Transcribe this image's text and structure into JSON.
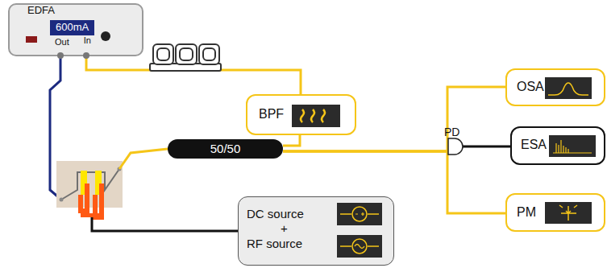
{
  "diagram": {
    "nodes": [
      {
        "text": [
          "EDFA",
          "600mA",
          "Out",
          "In"
        ]
      },
      {
        "text": [
          "BPF"
        ]
      },
      {
        "text": [
          "50/50"
        ]
      },
      {
        "text": [
          "DC source",
          "+",
          "RF source"
        ]
      },
      {
        "text": [
          "OSA"
        ]
      },
      {
        "text": [
          "ESA"
        ]
      },
      {
        "text": [
          "PM"
        ]
      }
    ],
    "edges": [
      {
        "from": 2,
        "to": 1,
        "arrow": "none"
      },
      {
        "from": 1,
        "to": 0,
        "arrow": "none"
      },
      {
        "from": 2,
        "to": 4,
        "arrow": "none"
      },
      {
        "from": 2,
        "to": 5,
        "arrow": "none"
      },
      {
        "from": 2,
        "to": 6,
        "arrow": "none"
      }
    ],
    "labels": [
      "PD"
    ]
  }
}
